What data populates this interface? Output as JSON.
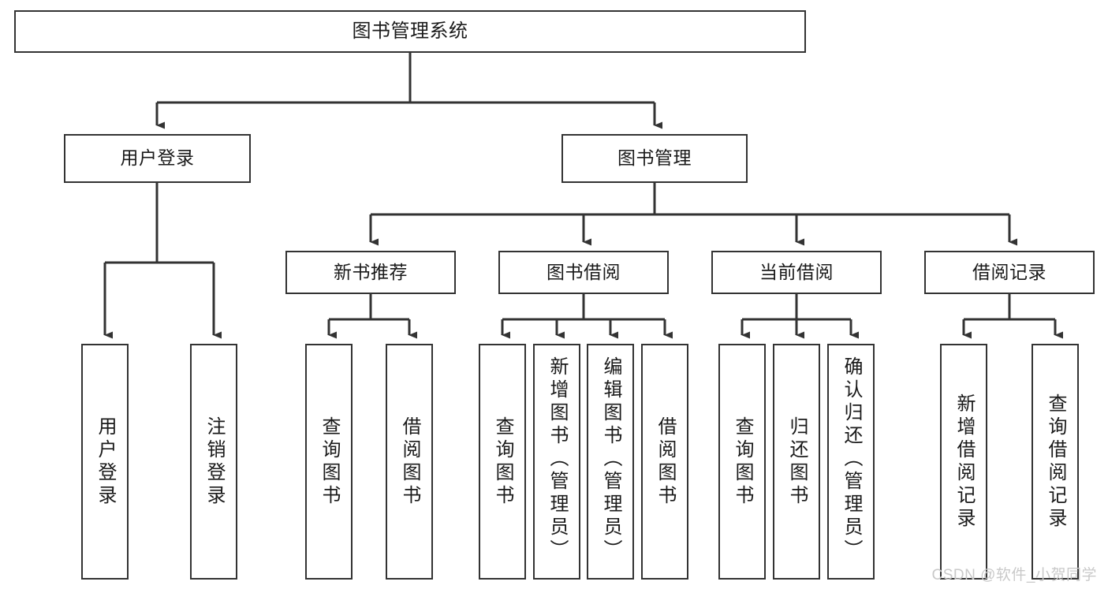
{
  "diagram": {
    "title": "图书管理系统",
    "type": "tree-hierarchy-chart",
    "watermark": "CSDN @软件_小贺同学",
    "colors": {
      "box_border": "#333333",
      "box_fill": "#ffffff",
      "connector": "#333333",
      "text": "#1a1a1a",
      "watermark": "#c9c9c9"
    },
    "root": {
      "label": "图书管理系统"
    },
    "level2": [
      {
        "label": "用户登录"
      },
      {
        "label": "图书管理"
      }
    ],
    "level3": [
      {
        "label": "新书推荐"
      },
      {
        "label": "图书借阅"
      },
      {
        "label": "当前借阅"
      },
      {
        "label": "借阅记录"
      }
    ],
    "leaves": {
      "user_login": [
        {
          "label": "用户登录"
        },
        {
          "label": "注销登录"
        }
      ],
      "new_book_recommend": [
        {
          "label": "查询图书"
        },
        {
          "label": "借阅图书"
        }
      ],
      "book_borrow": [
        {
          "label": "查询图书"
        },
        {
          "label": "新增图书（管理员）"
        },
        {
          "label": "编辑图书（管理员）"
        },
        {
          "label": "借阅图书"
        }
      ],
      "current_borrow": [
        {
          "label": "查询图书"
        },
        {
          "label": "归还图书"
        },
        {
          "label": "确认归还（管理员）"
        }
      ],
      "borrow_record": [
        {
          "label": "新增借阅记录"
        },
        {
          "label": "查询借阅记录"
        }
      ]
    }
  }
}
